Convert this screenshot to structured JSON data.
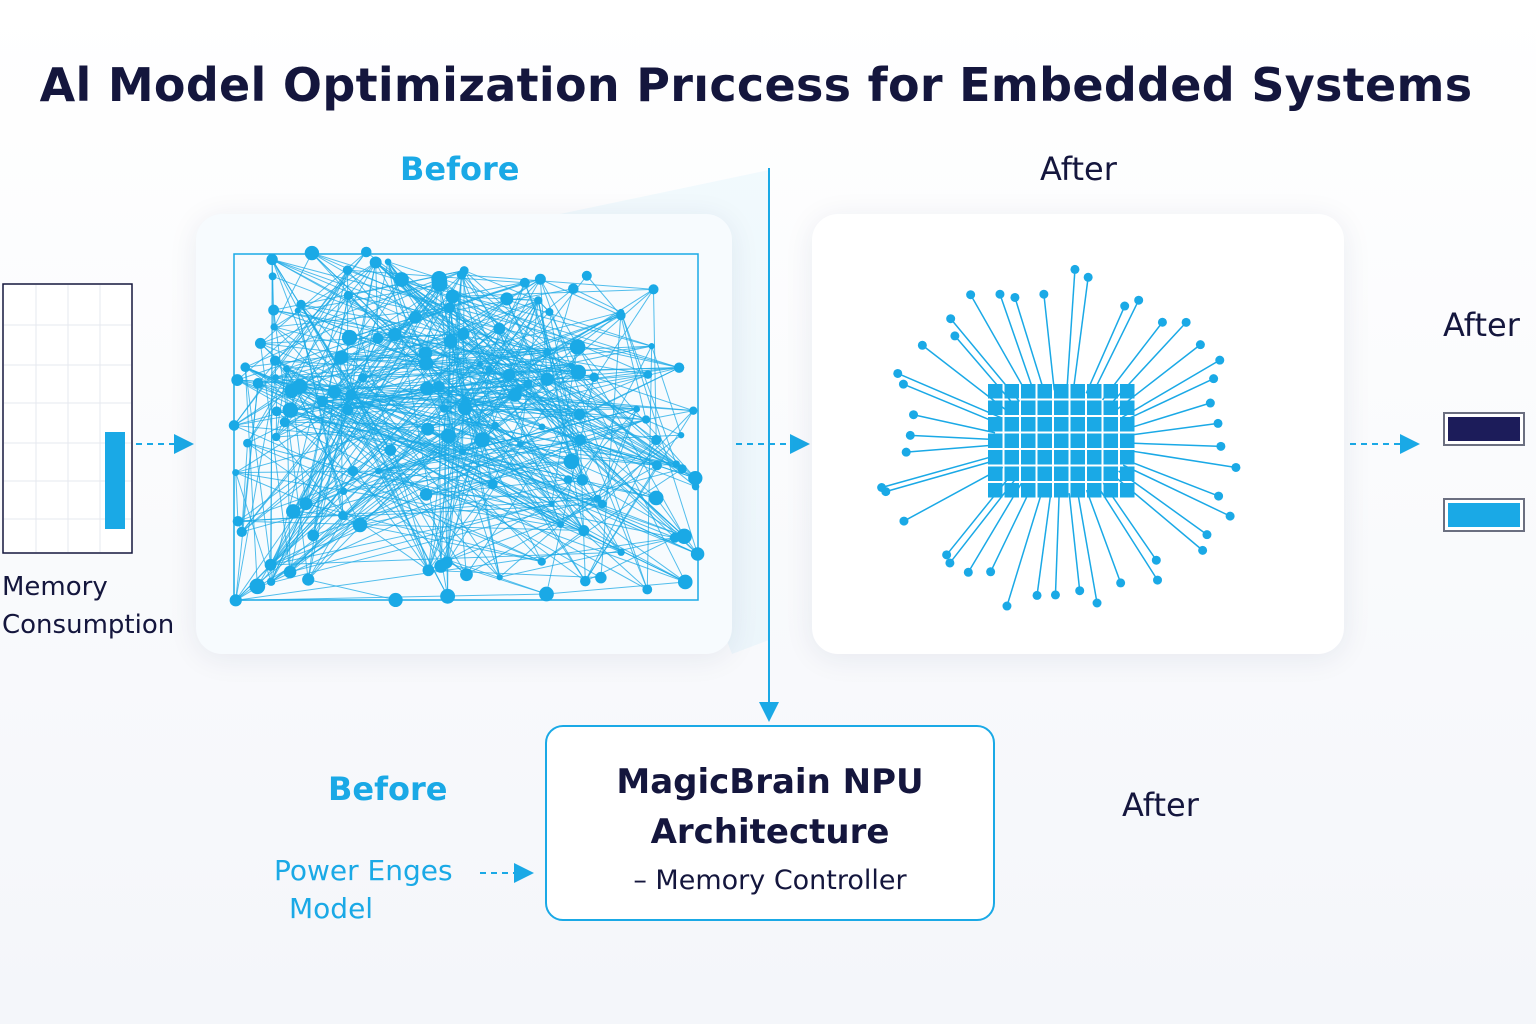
{
  "title": "Al Model Optimization Prıccess for Embedded Systems",
  "labels": {
    "before_top": "Before",
    "after_top": "After",
    "after_right": "After",
    "before_bottom": "Before",
    "after_bottom": "After"
  },
  "memory": {
    "label_line1": "Memory",
    "label_line2": "Consumption"
  },
  "power": {
    "label_line1": "Power Enges",
    "label_line2": "Model"
  },
  "npu": {
    "title_line1": "MagicBrain NPU",
    "title_line2": "Architecture",
    "subtitle": "– Memory Controller"
  },
  "colors": {
    "accent": "#1aa9e6",
    "navy": "#1c1c5a",
    "text": "#14163d"
  }
}
